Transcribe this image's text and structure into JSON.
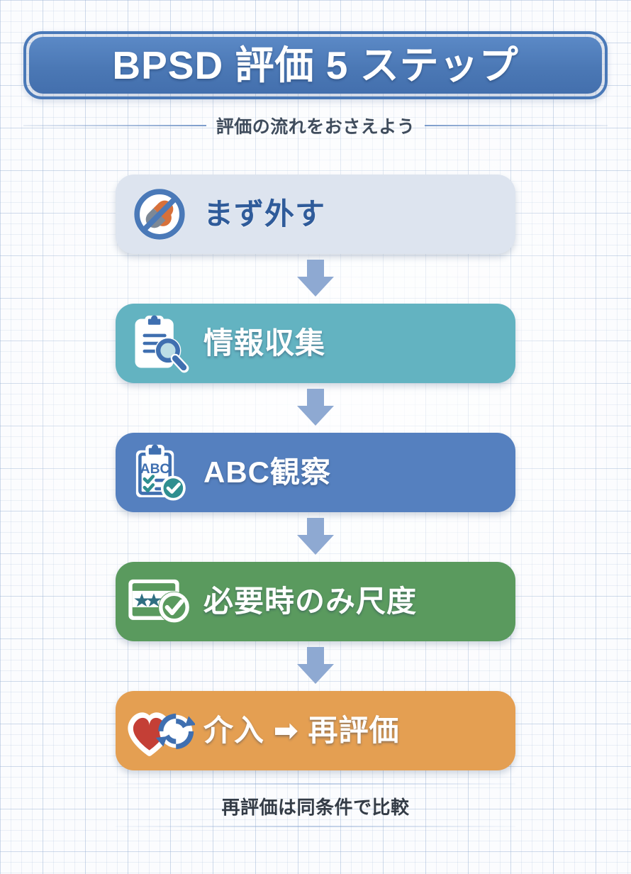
{
  "title": {
    "text": "BPSD 評価 5 ステップ",
    "banner_color": "#4b78b5",
    "border_color": "#4a79b8"
  },
  "subtitle": {
    "text": "評価の流れをおさえよう",
    "rule_color": "#7c9ccb"
  },
  "footer": {
    "text": "再評価は同条件で比較"
  },
  "arrow": {
    "color": "#8ea9d2",
    "name": "down-arrow"
  },
  "steps": [
    {
      "index": 1,
      "label": "まず外す",
      "icon": "no-medication-icon",
      "card_color": "#dde4ef",
      "label_style": "dark"
    },
    {
      "index": 2,
      "label": "情報収集",
      "icon": "clipboard-magnifier-icon",
      "card_color": "#63b3c1",
      "label_style": "light"
    },
    {
      "index": 3,
      "label": "ABC観察",
      "icon": "abc-checklist-icon",
      "card_color": "#5580bf",
      "label_style": "light"
    },
    {
      "index": 4,
      "label": "必要時のみ尺度",
      "icon": "rating-scale-check-icon",
      "card_color": "#5a9a5e",
      "label_style": "light"
    },
    {
      "index": 5,
      "label": "介入 ➡ 再評価",
      "icon": "heart-refresh-icon",
      "card_color": "#e49f52",
      "label_style": "light"
    }
  ]
}
